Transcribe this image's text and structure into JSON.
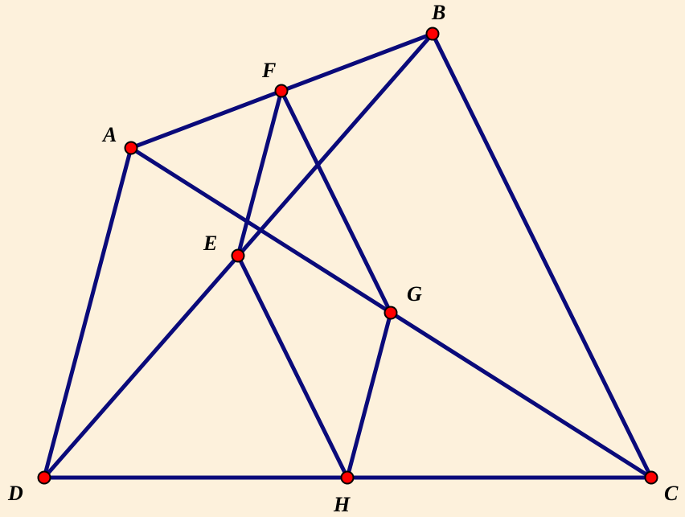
{
  "diagram": {
    "points": [
      {
        "id": "A",
        "label": "A"
      },
      {
        "id": "B",
        "label": "B"
      },
      {
        "id": "C",
        "label": "C"
      },
      {
        "id": "D",
        "label": "D"
      },
      {
        "id": "E",
        "label": "E"
      },
      {
        "id": "F",
        "label": "F"
      },
      {
        "id": "G",
        "label": "G"
      },
      {
        "id": "H",
        "label": "H"
      }
    ],
    "segments": [
      [
        "A",
        "B"
      ],
      [
        "B",
        "C"
      ],
      [
        "C",
        "D"
      ],
      [
        "D",
        "A"
      ],
      [
        "B",
        "D"
      ],
      [
        "A",
        "C"
      ],
      [
        "F",
        "E"
      ],
      [
        "F",
        "G"
      ],
      [
        "E",
        "H"
      ],
      [
        "G",
        "H"
      ]
    ],
    "colors": {
      "background": "#fdf1dc",
      "line": "#0a0a7a",
      "point": "#ff0000",
      "point_outline": "#000000"
    }
  }
}
